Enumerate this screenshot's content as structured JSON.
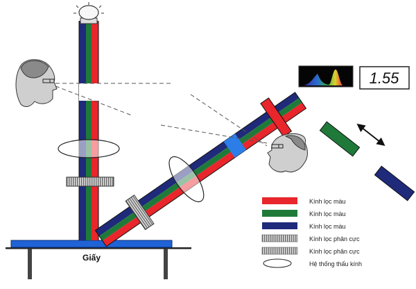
{
  "readout": {
    "value": "1.55"
  },
  "paper": {
    "label": "Giấy"
  },
  "legend": {
    "items": [
      {
        "kind": "filter",
        "color": "#e8262b",
        "label": "Kính lọc màu"
      },
      {
        "kind": "filter",
        "color": "#1f7a3a",
        "label": "Kính lọc màu"
      },
      {
        "kind": "filter",
        "color": "#1f2a7a",
        "label": "Kính lọc màu"
      },
      {
        "kind": "polarizer",
        "label": "Kính lọc phân cực"
      },
      {
        "kind": "polarizer",
        "label": "Kính lọc phân cực"
      },
      {
        "kind": "lens",
        "label": "Hệ thống thấu kính"
      }
    ]
  },
  "colors": {
    "red": "#e8262b",
    "green": "#1f7a3a",
    "blue": "#1f2a7a",
    "paper": "#1f63d6",
    "highlight": "#2d7de8"
  }
}
